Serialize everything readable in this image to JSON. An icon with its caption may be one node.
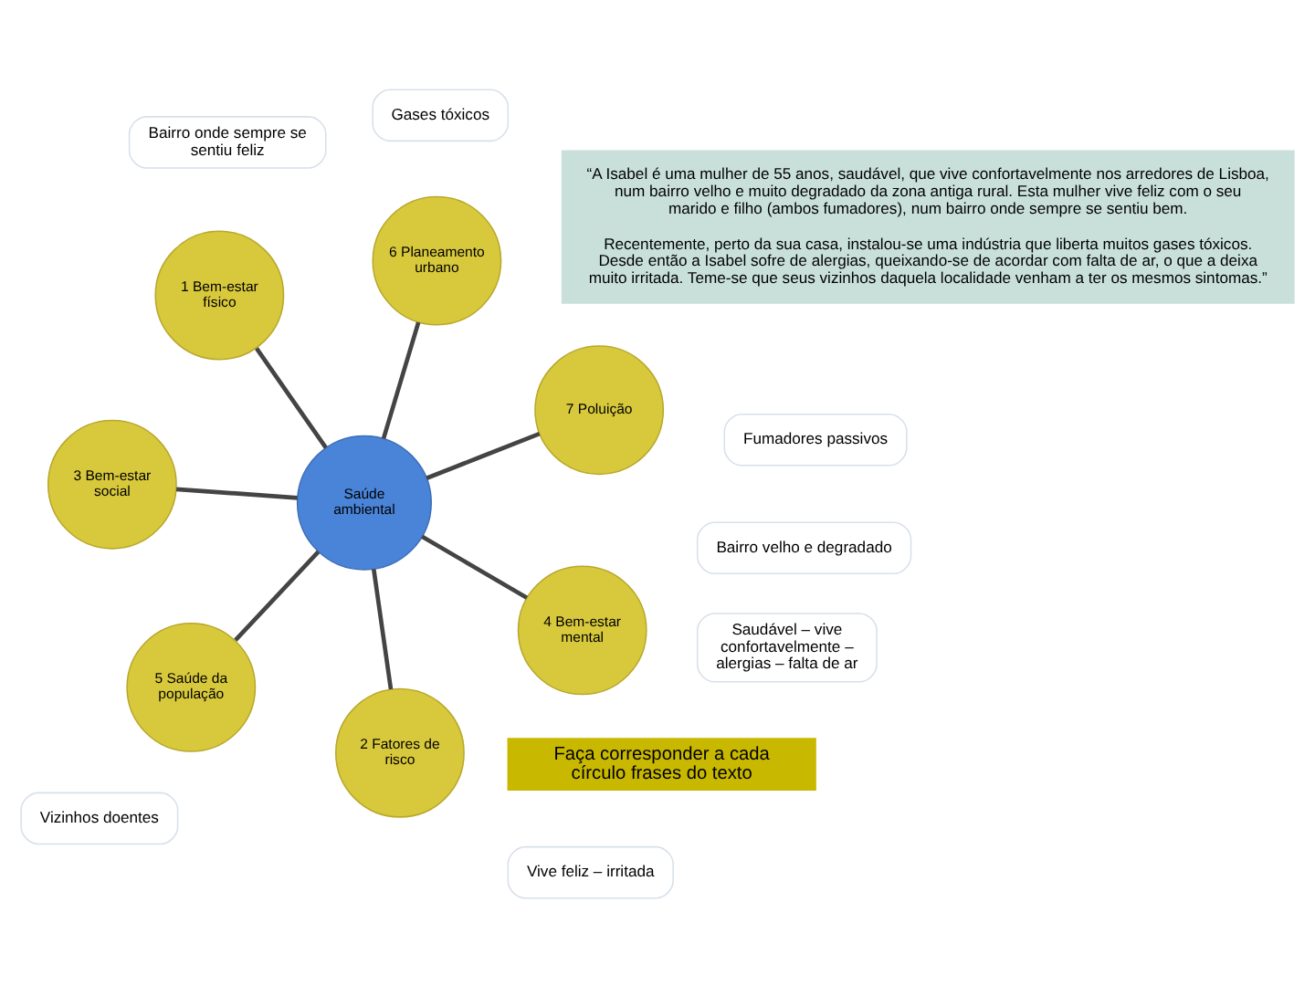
{
  "diagram": {
    "nodes": [
      {
        "text": [
          "Faça corresponder a cada círculo frases do texto"
        ]
      },
      {
        "text": [
          "1 Bem-estar físico"
        ]
      },
      {
        "text": [
          "Saudável – vive confortavelmente – alergias – falta de ar"
        ]
      },
      {
        "text": [
          "7 Poluição"
        ]
      },
      {
        "text": [
          "Gases tóxicos"
        ]
      },
      {
        "text": [
          "2 Fatores de risco"
        ]
      },
      {
        "text": [
          "Fumadores passivos"
        ]
      },
      {
        "text": [
          "Saúde ambiental"
        ]
      },
      {
        "text": [
          "6 Planeamento urbano"
        ]
      },
      {
        "text": [
          "Bairro velho e degradado"
        ]
      },
      {
        "text": [
          "3 Bem-estar social"
        ]
      },
      {
        "text": [
          "Bairro onde sempre se sentiu feliz"
        ]
      },
      {
        "text": [
          "5 Saúde da população"
        ]
      },
      {
        "text": [
          "4 Bem-estar mental"
        ]
      },
      {
        "text": [
          "Vizinhos doentes"
        ]
      },
      {
        "text": [
          "Vive feliz – irritada"
        ]
      },
      {
        "text": [
          "“A Isabel é uma mulher de 55 anos, saudável, que vive confortavelmente nos arredores de Lisboa, num bairro velho e muito degradado da zona antiga rural. Esta mulher vive feliz com o seu marido e filho (ambos fumadores), num bairro onde sempre se sentiu bem.",
          "Recentemente, perto da sua casa, instalou-se uma indústria que liberta muitos gases tóxicos. Desde então a Isabel sofre de alergias, queixando-se de acordar com falta de ar, o que a deixa muito irritada. Teme-se que seus vizinhos daquela localidade venham a ter os mesmos sintomas.”"
        ]
      }
    ],
    "edges": [
      {
        "from": 7,
        "to": 1,
        "arrow": "none"
      },
      {
        "from": 7,
        "to": 5,
        "arrow": "none"
      },
      {
        "from": 7,
        "to": 10,
        "arrow": "none"
      },
      {
        "from": 7,
        "to": 13,
        "arrow": "none"
      },
      {
        "from": 7,
        "to": 12,
        "arrow": "none"
      },
      {
        "from": 7,
        "to": 8,
        "arrow": "none"
      },
      {
        "from": 7,
        "to": 3,
        "arrow": "none"
      }
    ]
  }
}
